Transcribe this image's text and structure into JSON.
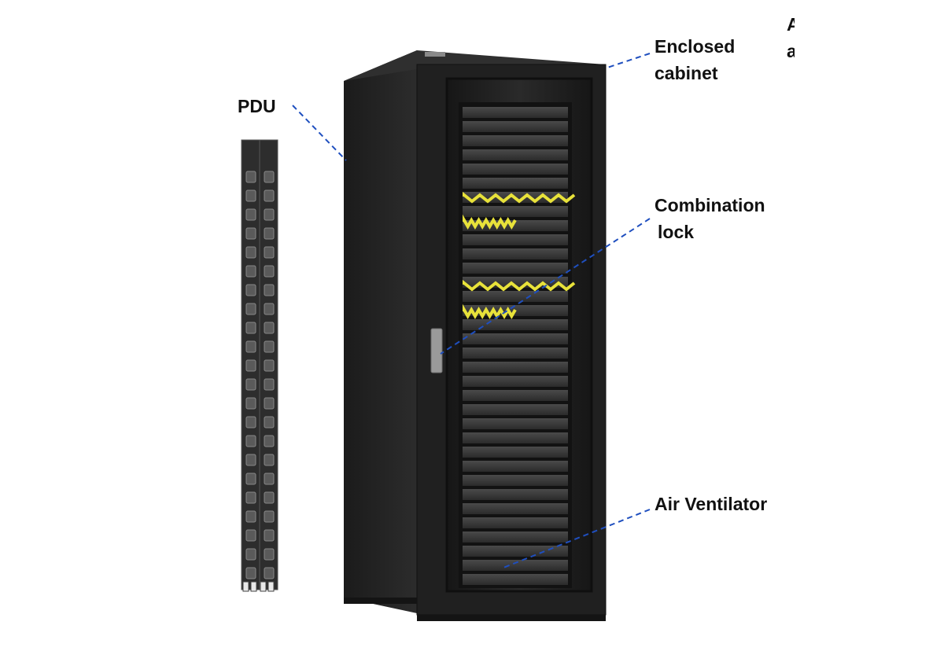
{
  "labels": {
    "pdu": "PDU",
    "enclosed_cabinet": [
      "Enclosed",
      "cabinet"
    ],
    "combination_lock": [
      "Combination",
      "lock"
    ],
    "air_ventilator": "Air Ventilator",
    "cut_off_top": "A",
    "cut_off_second": "a"
  },
  "colors": {
    "leader_line": "#1f4fbf",
    "cabinet_body": "#232323",
    "cabinet_frame": "#1a1a1a",
    "server_unit": "#3a3a3a",
    "cable_highlight": "#e8e23a",
    "pdu_body": "#2d2d2d"
  }
}
